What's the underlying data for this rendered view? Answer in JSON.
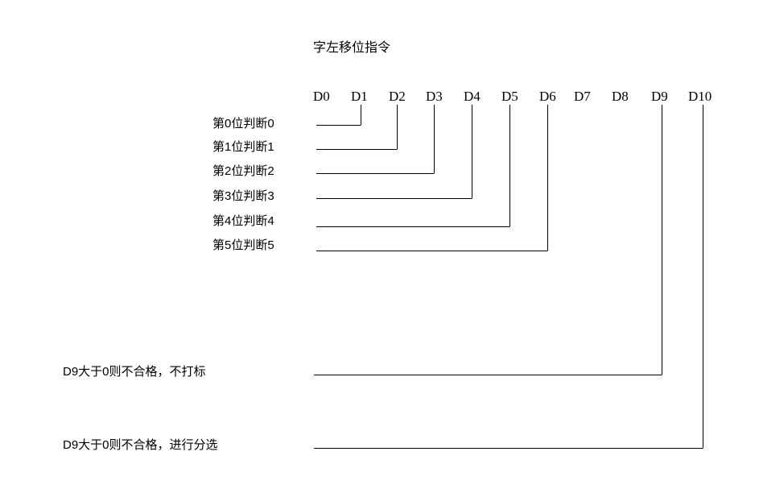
{
  "diagram": {
    "title": "字左移位指令",
    "background_color": "#ffffff",
    "line_color": "#000000",
    "text_color": "#000000",
    "register_labels": [
      "D0",
      "D1",
      "D2",
      "D3",
      "D4",
      "D5",
      "D6",
      "D7",
      "D8",
      "D9",
      "D10"
    ],
    "bit_rows": [
      {
        "label": "第0位判断0",
        "target": "D1"
      },
      {
        "label": "第1位判断1",
        "target": "D2"
      },
      {
        "label": "第2位判断2",
        "target": "D3"
      },
      {
        "label": "第3位判断3",
        "target": "D4"
      },
      {
        "label": "第4位判断4",
        "target": "D5"
      },
      {
        "label": "第5位判断5",
        "target": "D6"
      }
    ],
    "notes": [
      {
        "label": "D9大于0则不合格，不打标",
        "target": "D9"
      },
      {
        "label": "D9大于0则不合格，进行分选",
        "target": "D10"
      }
    ]
  }
}
